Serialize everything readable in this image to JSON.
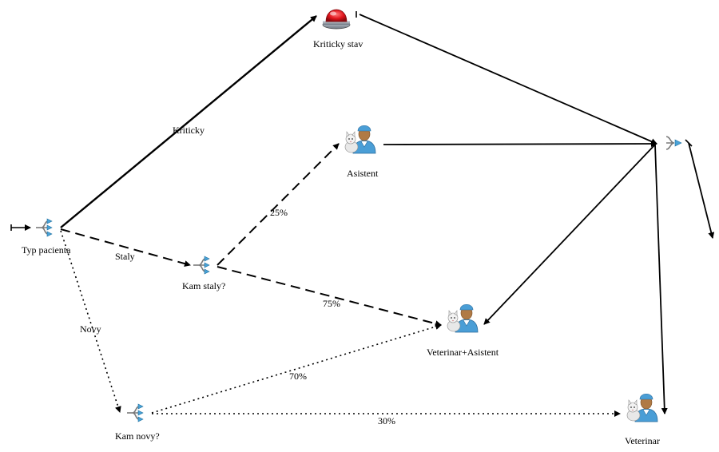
{
  "nodes": {
    "source": {
      "label": ""
    },
    "typ_pacienta": {
      "label": "Typ pacienta"
    },
    "kriticky_stav": {
      "label": "Kriticky stav"
    },
    "asistent": {
      "label": "Asistent"
    },
    "kam_staly": {
      "label": "Kam staly?"
    },
    "vet_asistent": {
      "label": "Veterinar+Asistent"
    },
    "kam_novy": {
      "label": "Kam novy?"
    },
    "veterinar": {
      "label": "Veterinar"
    },
    "join": {
      "label": ""
    }
  },
  "edges": {
    "kriticky": {
      "label": "Kriticky",
      "style": "solid"
    },
    "staly": {
      "label": "Staly",
      "style": "dashed"
    },
    "novy": {
      "label": "Novy",
      "style": "dotted"
    },
    "staly_asistent": {
      "label": "25%",
      "style": "dashed"
    },
    "staly_vet_asistent": {
      "label": "75%",
      "style": "dashed"
    },
    "novy_vet_asistent": {
      "label": "70%",
      "style": "dotted"
    },
    "novy_veterinar": {
      "label": "30%",
      "style": "dotted"
    }
  },
  "colors": {
    "line": "#000000",
    "alarm_red": "#e0141b",
    "router_blue": "#4aa3d8",
    "doctor_scrubs": "#4a9ed6",
    "skin": "#b07a45"
  }
}
